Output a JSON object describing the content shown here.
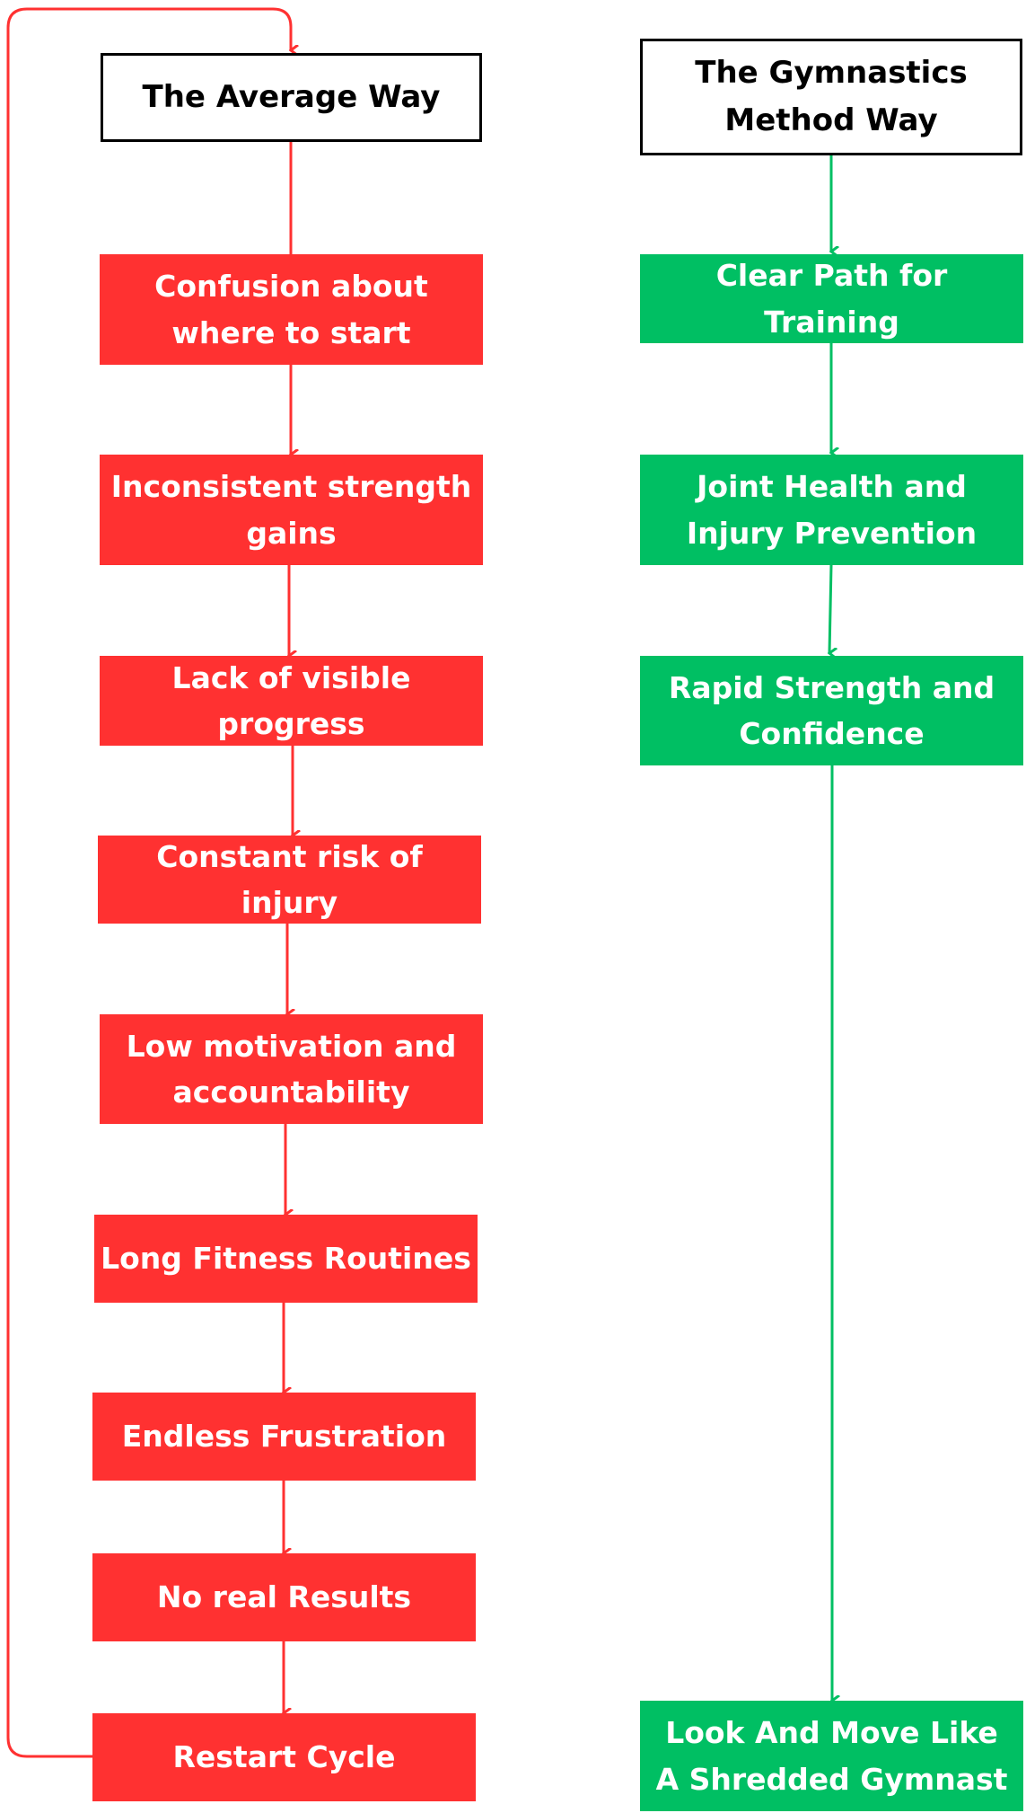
{
  "colors": {
    "average": "#ff3131",
    "method": "#00bf63",
    "header_border": "#000000",
    "text_on_box": "#ffffff"
  },
  "average_way": {
    "header": "The Average Way",
    "steps": [
      "Confusion about where to start",
      "Inconsistent strength gains",
      "Lack of visible progress",
      "Constant risk of injury",
      "Low motivation and accountability",
      "Long Fitness Routines",
      "Endless Frustration",
      "No real Results",
      "Restart Cycle"
    ]
  },
  "method_way": {
    "header": "The Gymnastics Method Way",
    "steps": [
      "Clear Path for Training",
      "Joint Health and Injury Prevention",
      "Rapid Strength and Confidence",
      "Look And Move Like  A Shredded Gymnast"
    ]
  }
}
